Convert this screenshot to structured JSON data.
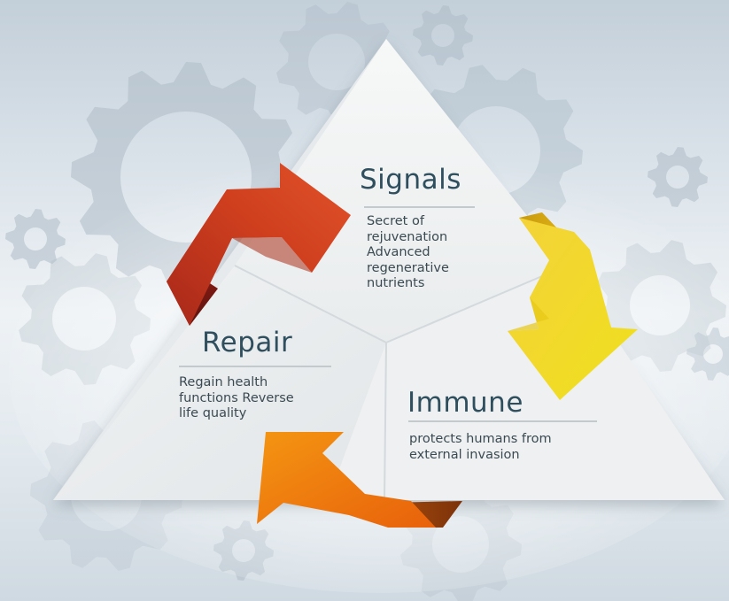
{
  "sections": {
    "signals": {
      "title": "Signals",
      "lines": [
        "Secret of",
        "rejuvenation",
        "Advanced",
        "regenerative",
        "nutrients"
      ]
    },
    "repair": {
      "title": "Repair",
      "lines": [
        "Regain health",
        "functions Reverse",
        "life quality"
      ]
    },
    "immune": {
      "title": "Immune",
      "lines": [
        "protects humans from",
        "external invasion"
      ]
    }
  },
  "colors": {
    "arrow_red": "#cc3f1e",
    "arrow_yellow": "#f0cc1d",
    "arrow_orange": "#e8740b",
    "title_text": "#2f4f5e",
    "body_text": "#3b4a52",
    "gear": "#aebcc7"
  },
  "icons": [
    "gear-icon",
    "cycle-arrow-icon"
  ]
}
